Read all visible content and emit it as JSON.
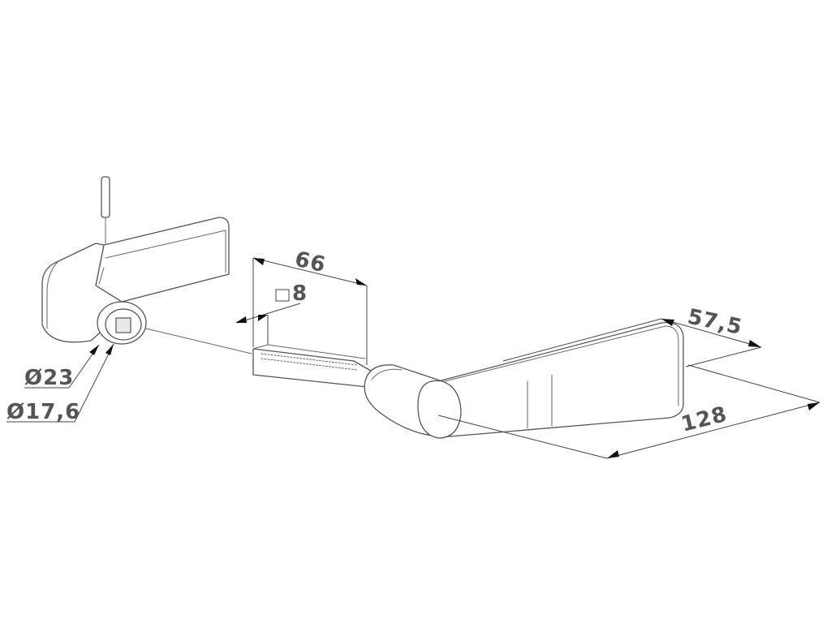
{
  "dimensions": {
    "spindle_length": "66",
    "square_size": "8",
    "handle_width": "57,5",
    "handle_length": "128",
    "rose_outer_diameter": "Ø23",
    "rose_inner_diameter": "Ø17,6"
  }
}
